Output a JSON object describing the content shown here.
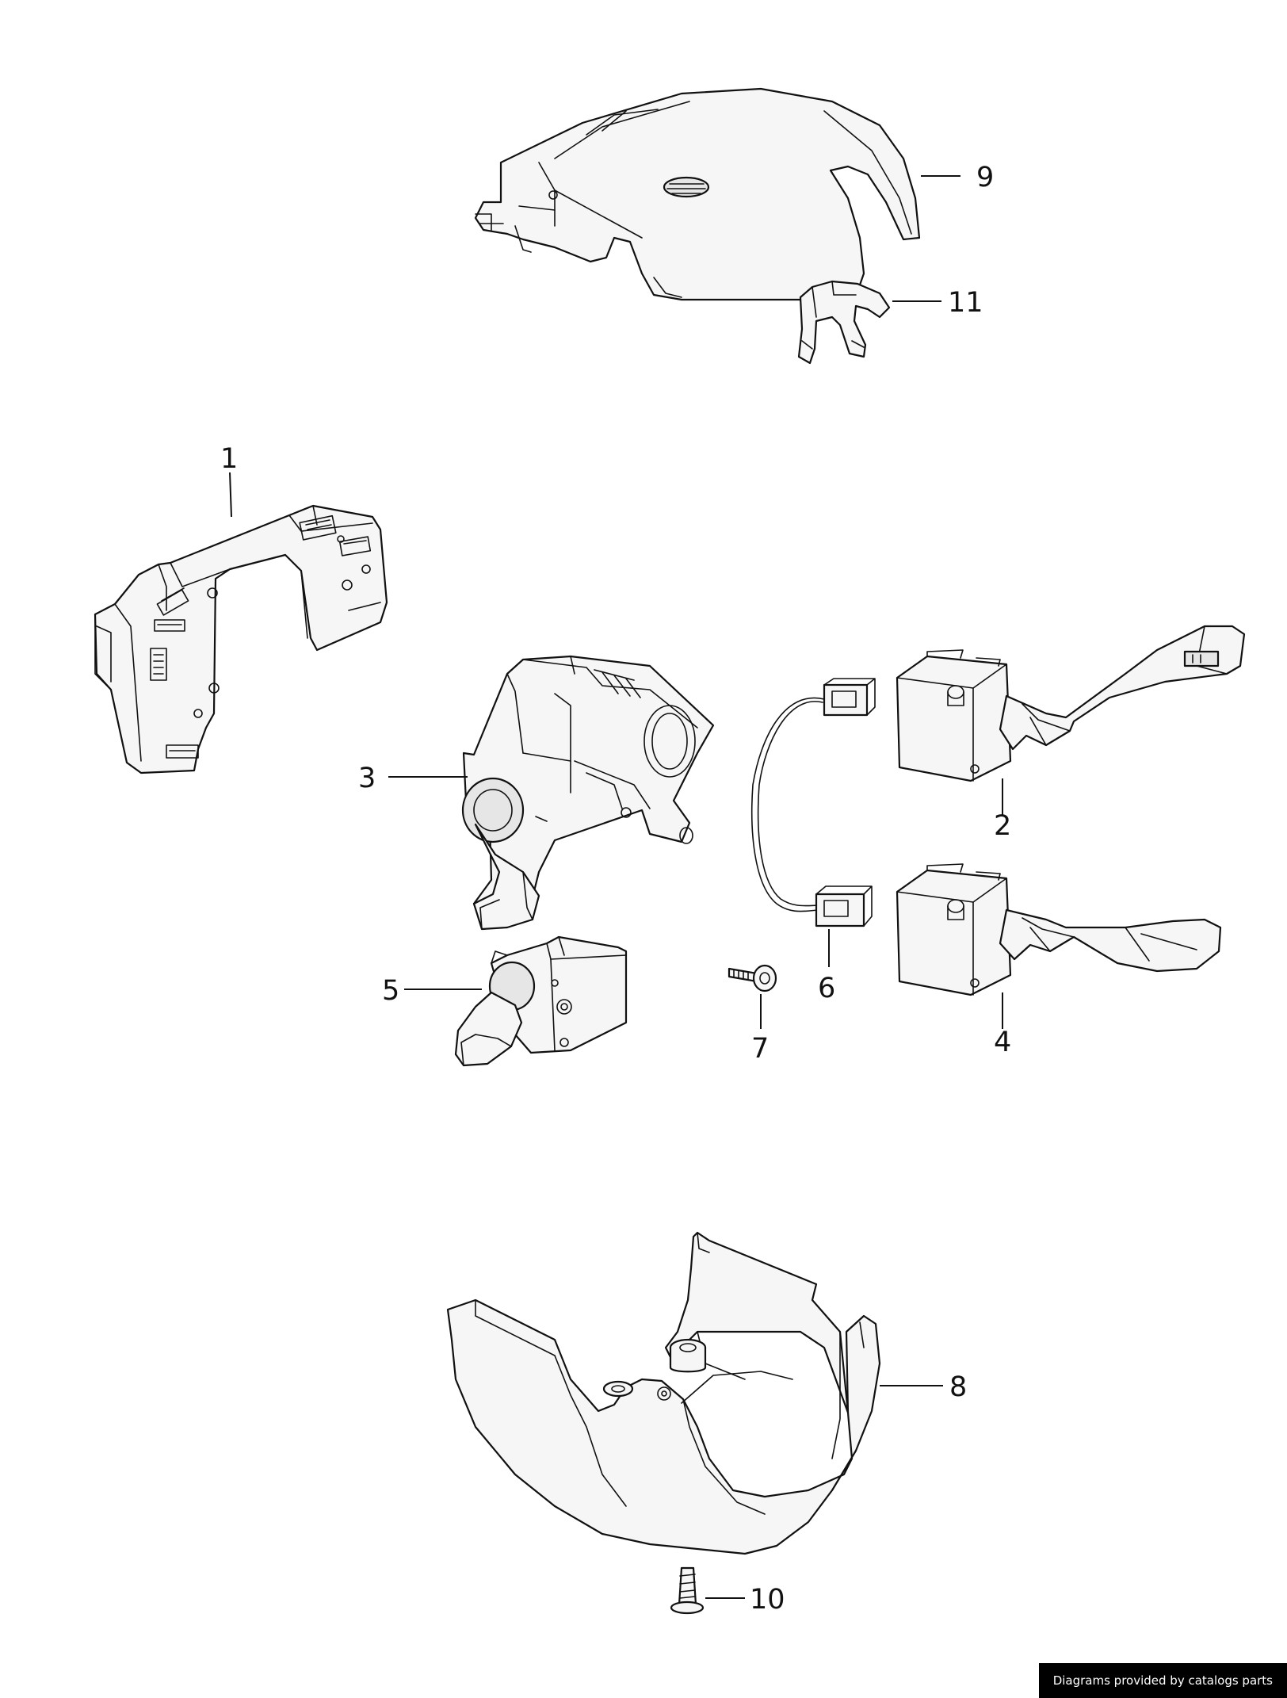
{
  "callouts": {
    "c1": "1",
    "c2": "2",
    "c3": "3",
    "c4": "4",
    "c5": "5",
    "c6": "6",
    "c7": "7",
    "c8": "8",
    "c9": "9",
    "c10": "10",
    "c11": "11"
  },
  "footer": {
    "credit": "Diagrams provided by catalogs parts"
  }
}
